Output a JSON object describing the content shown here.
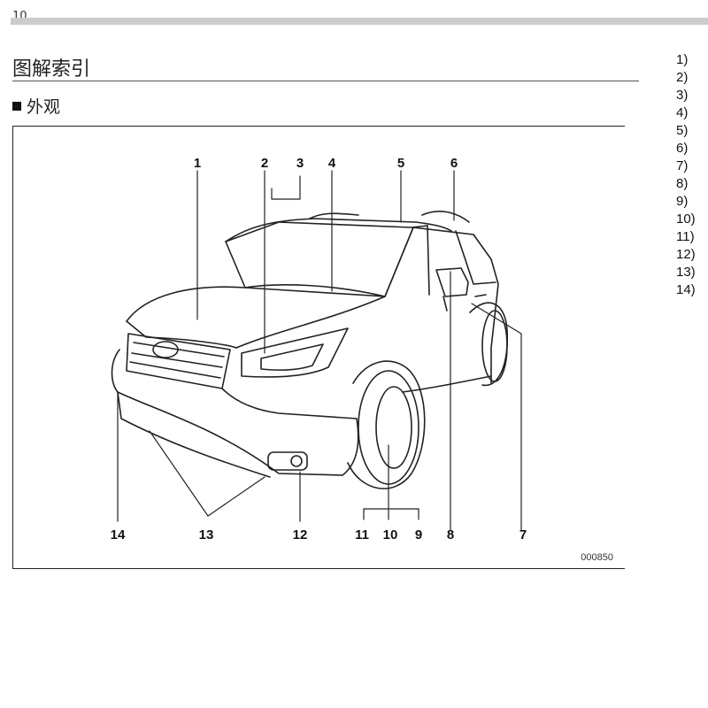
{
  "header": {
    "page_number": "10"
  },
  "section": {
    "title": "图解索引",
    "subtitle": "外观"
  },
  "figure": {
    "code": "000850",
    "callout_labels": [
      "1",
      "2",
      "3",
      "4",
      "5",
      "6",
      "7",
      "8",
      "9",
      "10",
      "11",
      "12",
      "13",
      "14"
    ]
  },
  "callout_list": [
    "1)",
    "2)",
    "3)",
    "4)",
    "5)",
    "6)",
    "7)",
    "8)",
    "9)",
    "10)",
    "11)",
    "12)",
    "13)",
    "14)"
  ]
}
